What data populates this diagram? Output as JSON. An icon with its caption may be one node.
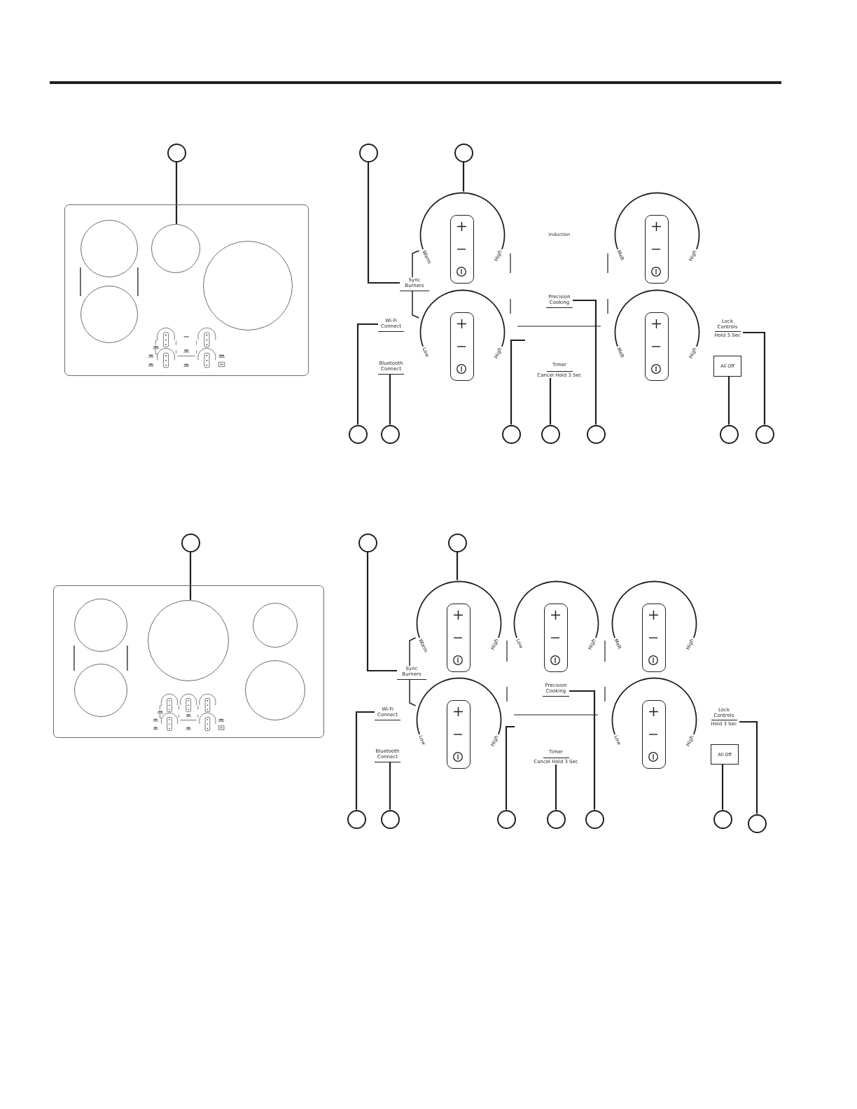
{
  "diagram": {
    "nodes": [
      {
        "text": [],
        "shape": "box"
      },
      {
        "text": [],
        "shape": "circle",
        "in": 0
      },
      {
        "text": [],
        "shape": "circle",
        "in": 0
      },
      {
        "text": [],
        "shape": "circle",
        "in": 0
      },
      {
        "text": [],
        "shape": "circle",
        "in": 0
      },
      {
        "text": [],
        "shape": "circle"
      },
      {
        "text": [],
        "shape": "circle"
      },
      {
        "text": [],
        "shape": "circle"
      },
      {
        "text": [
          "Warm",
          "High"
        ]
      },
      {
        "text": [
          "Melt",
          "High"
        ]
      },
      {
        "text": [
          "Sync Burners"
        ]
      },
      {
        "text": [
          "Precision Cooking"
        ]
      },
      {
        "text": [
          "Low",
          "High"
        ]
      },
      {
        "text": [
          "Melt",
          "High"
        ]
      },
      {
        "text": [
          "Wi-Fi Connect"
        ]
      },
      {
        "text": [
          "Lock Controls",
          "Hold 3 Sec"
        ]
      },
      {
        "text": [
          "Bluetooth Connect"
        ]
      },
      {
        "text": [
          "Timer",
          "Cancel Hold 3 Sec"
        ]
      },
      {
        "text": [
          "All Off"
        ]
      },
      {
        "text": [],
        "shape": "circle"
      },
      {
        "text": [],
        "shape": "circle"
      },
      {
        "text": [],
        "shape": "circle"
      },
      {
        "text": [],
        "shape": "circle"
      },
      {
        "text": [],
        "shape": "circle"
      },
      {
        "text": [],
        "shape": "circle"
      },
      {
        "text": [],
        "shape": "circle"
      },
      {
        "text": [],
        "shape": "box"
      },
      {
        "text": [],
        "shape": "circle",
        "in": 26
      },
      {
        "text": [],
        "shape": "circle",
        "in": 26
      },
      {
        "text": [],
        "shape": "circle",
        "in": 26
      },
      {
        "text": [],
        "shape": "circle",
        "in": 26
      },
      {
        "text": [],
        "shape": "circle",
        "in": 26
      },
      {
        "text": [],
        "shape": "circle"
      },
      {
        "text": [],
        "shape": "circle"
      },
      {
        "text": [],
        "shape": "circle"
      },
      {
        "text": [
          "Warm",
          "High"
        ]
      },
      {
        "text": [
          "Low",
          "High"
        ]
      },
      {
        "text": [
          "Melt",
          "High"
        ]
      },
      {
        "text": [
          "Sync Burners"
        ]
      },
      {
        "text": [
          "Precision Cooking"
        ]
      },
      {
        "text": [
          "Low",
          "High"
        ]
      },
      {
        "text": [
          "Low",
          "High"
        ]
      },
      {
        "text": [
          "Wi-Fi Connect"
        ]
      },
      {
        "text": [
          "Lock Controls",
          "Hold 3 Sec"
        ]
      },
      {
        "text": [
          "Bluetooth Connect"
        ]
      },
      {
        "text": [
          "Timer",
          "Cancel Hold 3 Sec"
        ]
      },
      {
        "text": [
          "All Off"
        ]
      },
      {
        "text": [],
        "shape": "circle"
      },
      {
        "text": [],
        "shape": "circle"
      },
      {
        "text": [],
        "shape": "circle"
      },
      {
        "text": [],
        "shape": "circle"
      },
      {
        "text": [],
        "shape": "circle"
      },
      {
        "text": [],
        "shape": "circle"
      },
      {
        "text": [],
        "shape": "circle"
      }
    ],
    "edges": [
      {
        "from": 5,
        "to": 2,
        "arrow": "none"
      },
      {
        "from": 6,
        "to": 10,
        "arrow": "none"
      },
      {
        "from": 7,
        "to": 8,
        "arrow": "none"
      },
      {
        "from": 19,
        "to": 14,
        "arrow": "none"
      },
      {
        "from": 20,
        "to": 16,
        "arrow": "none"
      },
      {
        "from": 21,
        "to": null,
        "arrow": "none"
      },
      {
        "from": 22,
        "to": 17,
        "arrow": "none"
      },
      {
        "from": 23,
        "to": 11,
        "arrow": "none"
      },
      {
        "from": 24,
        "to": 18,
        "arrow": "none"
      },
      {
        "from": 25,
        "to": 15,
        "arrow": "none"
      },
      {
        "from": 32,
        "to": 28,
        "arrow": "none"
      },
      {
        "from": 33,
        "to": 38,
        "arrow": "none"
      },
      {
        "from": 34,
        "to": 35,
        "arrow": "none"
      },
      {
        "from": 47,
        "to": 42,
        "arrow": "none"
      },
      {
        "from": 48,
        "to": 44,
        "arrow": "none"
      },
      {
        "from": 49,
        "to": null,
        "arrow": "none"
      },
      {
        "from": 50,
        "to": 45,
        "arrow": "none"
      },
      {
        "from": 51,
        "to": 39,
        "arrow": "none"
      },
      {
        "from": 52,
        "to": 46,
        "arrow": "none"
      },
      {
        "from": 53,
        "to": 43,
        "arrow": "none"
      },
      {
        "from": 1,
        "to": 4,
        "arrow": "none"
      },
      {
        "from": 1,
        "to": 4,
        "arrow": "none"
      },
      {
        "from": 10,
        "to": 8,
        "arrow": "none"
      },
      {
        "from": 10,
        "to": 12,
        "arrow": "none"
      },
      {
        "from": 27,
        "to": 30,
        "arrow": "none"
      },
      {
        "from": 27,
        "to": 30,
        "arrow": "none"
      },
      {
        "from": 38,
        "to": 35,
        "arrow": "none"
      },
      {
        "from": 38,
        "to": 40,
        "arrow": "none"
      }
    ],
    "labels": [
      "Induction"
    ]
  }
}
